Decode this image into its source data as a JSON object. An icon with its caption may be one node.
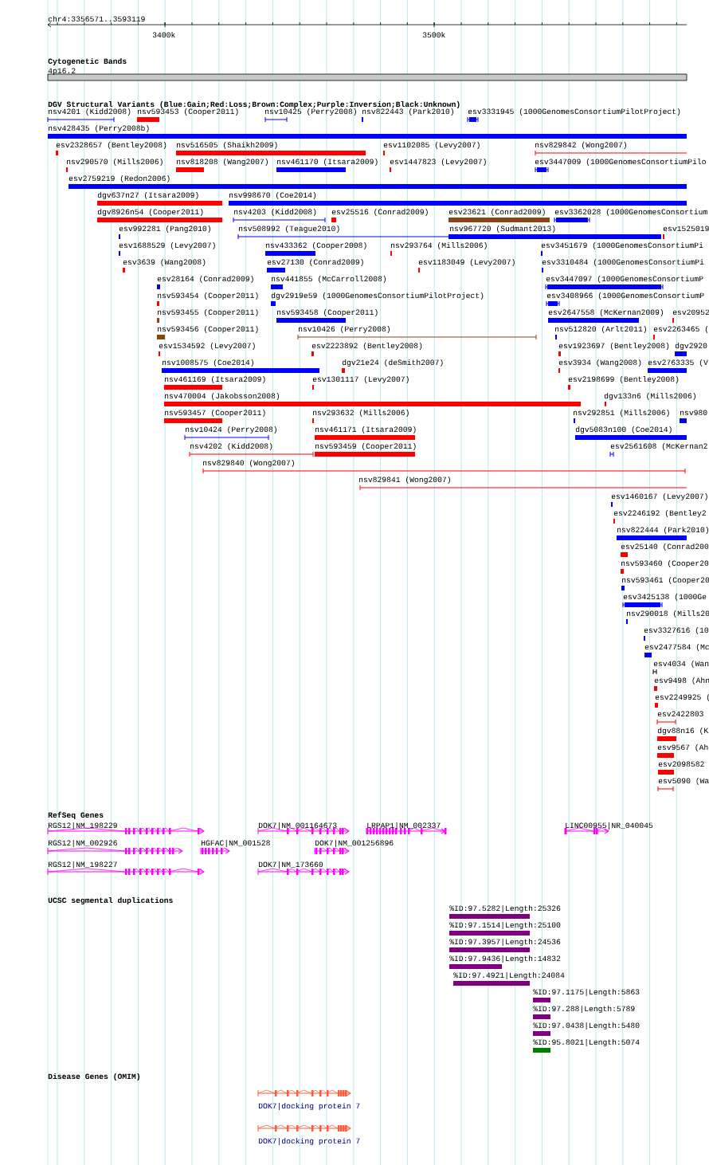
{
  "diagram": {
    "labels": [
      "chr4:3356571..3593119",
      "3400k",
      "3500k",
      "Cytogenetic Bands",
      "4p16.2",
      "DGV Structural Variants (Blue:Gain;Red:Loss;Brown:Complex;Purple:Inversion;Black:Unknown)",
      "nsv4201 (Kidd2008)",
      "nsv593453 (Cooper2011)",
      "nsv10425 (Perry2008)",
      "nsv822443 (Park2010)",
      "esv3331945 (1000GenomesConsortiumPilotProject)",
      "nsv428435 (Perry2008b)",
      "esv2328657 (Bentley2008)",
      "nsv516505 (Shaikh2009)",
      "esv1102085 (Levy2007)",
      "nsv829842 (Wong2007)",
      "nsv290570 (Mills2006)",
      "nsv818208 (Wang2007)",
      "nsv461170 (Itsara2009)",
      "esv1447823 (Levy2007)",
      "esv3447009 (1000GenomesConsortiumPilo",
      "esv2759219 (Redon2006)",
      "dgv637n27 (Itsara2009)",
      "nsv998670 (Coe2014)",
      "dgv8926n54 (Cooper2011)",
      "nsv4203 (Kidd2008)",
      "esv25516 (Conrad2009)",
      "esv23621 (Conrad2009)",
      "esv3362028 (1000GenomesConsortium",
      "esv992281 (Pang2010)",
      "nsv508992 (Teague2010)",
      "nsv967720 (Sudmant2013)",
      "esv1525019",
      "esv1688529 (Levy2007)",
      "nsv433362 (Cooper2008)",
      "nsv293764 (Mills2006)",
      "esv3451679 (1000GenomesConsortiumPi",
      "esv3639 (Wang2008)",
      "esv27130 (Conrad2009)",
      "esv1183049 (Levy2007)",
      "esv3310484 (1000GenomesConsortiumPi",
      "esv28164 (Conrad2009)",
      "nsv441855 (McCarroll2008)",
      "esv3447097 (1000GenomesConsortiumP",
      "nsv593454 (Cooper2011)",
      "dgv2919e59 (1000GenomesConsortiumPilotProject)",
      "esv3408966 (1000GenomesConsortiumP",
      "nsv593455 (Cooper2011)",
      "nsv593458 (Cooper2011)",
      "esv2647558 (McKernan2009)",
      "esv20952",
      "nsv593456 (Cooper2011)",
      "nsv10426 (Perry2008)",
      "nsv512820 (Arlt2011)",
      "esv2263465 (",
      "esv1534592 (Levy2007)",
      "esv2223892 (Bentley2008)",
      "esv1923697 (Bentley2008)",
      "dgv2920",
      "nsv1008575 (Coe2014)",
      "dgv21e24 (deSmith2007)",
      "esv3934 (Wang2008)",
      "esv2763335 (V",
      "nsv461169 (Itsara2009)",
      "esv1301117 (Levy2007)",
      "esv2198699 (Bentley2008)",
      "nsv470004 (Jakobsson2008)",
      "dgv133n6 (Mills2006)",
      "nsv593457 (Cooper2011)",
      "nsv293632 (Mills2006)",
      "nsv292851 (Mills2006)",
      "nsv980",
      "nsv10424 (Perry2008)",
      "nsv461171 (Itsara2009)",
      "dgv5083n100 (Coe2014)",
      "nsv4202 (Kidd2008)",
      "nsv593459 (Cooper2011)",
      "esv2561608 (McKernan2",
      "nsv829840 (Wong2007)",
      "nsv829841 (Wong2007)",
      "esv1460167 (Levy2007)",
      "esv2246192 (Bentley2",
      "nsv822444 (Park2010)",
      "esv25140 (Conrad200",
      "nsv593460 (Cooper20",
      "nsv593461 (Cooper20",
      "esv3425138 (1000Ge",
      "nsv290018 (Mills20",
      "esv3327616 (10",
      "esv2477584 (Mc",
      "esv4034 (Wan",
      "esv9498 (Ahn",
      "esv2249925 (",
      "esv2422803",
      "dgv88n16 (K",
      "esv9567 (Ah",
      "esv2098582",
      "esv5090 (Wa",
      "RefSeq Genes",
      "RGS12|NM_198229",
      "DOK7|NM_001164673",
      "LRPAP1|NM_002337",
      "LINC00955|NR_040045",
      "RGS12|NM_002926",
      "HGFAC|NM_001528",
      "DOK7|NM_001256896",
      "RGS12|NM_198227",
      "DOK7|NM_173660",
      "UCSC segmental duplications",
      "%ID:97.5282|Length:25326",
      "%ID:97.1514|Length:25100",
      "%ID:97.3957|Length:24536",
      "%ID:97.9436|Length:14832",
      "%ID:97.4921|Length:24084",
      "%ID:97.1175|Length:5863",
      "%ID:97.288|Length:5789",
      "%ID:97.0438|Length:5480",
      "%ID:95.8021|Length:5074",
      "Disease Genes (OMIM)",
      "DOK7|docking protein 7",
      "DOK7|docking protein 7"
    ]
  }
}
